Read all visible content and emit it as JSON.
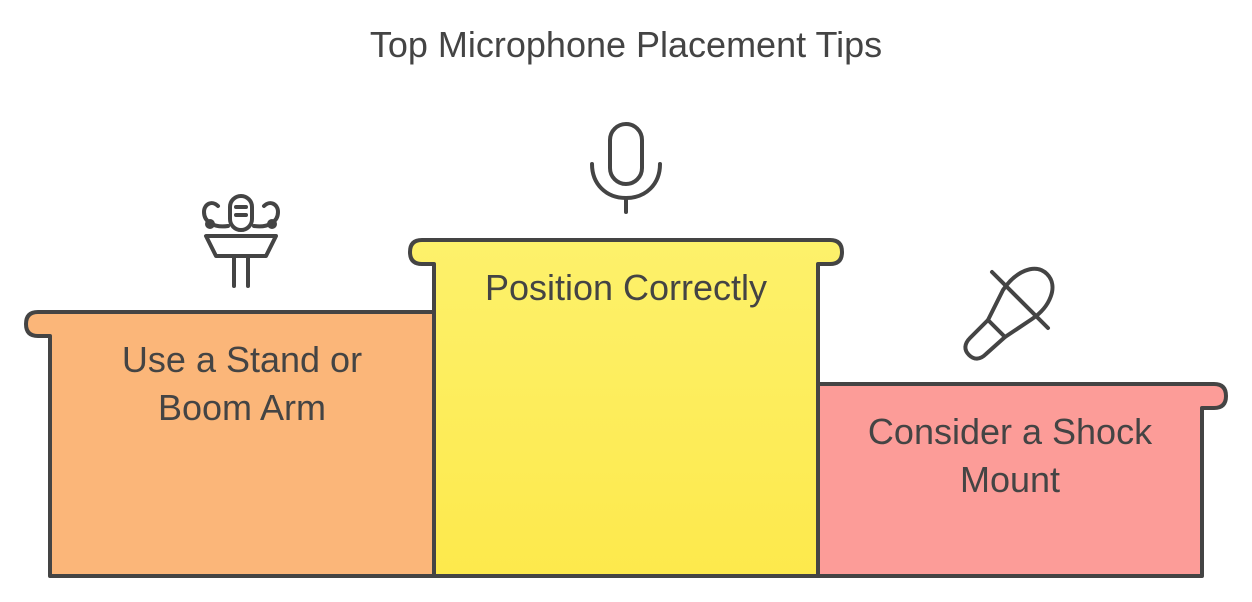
{
  "title": "Top Microphone Placement Tips",
  "podium": [
    {
      "rank_position": "left",
      "lines": [
        "Use a Stand or",
        "Boom Arm"
      ],
      "icon": "microphone-stand-icon",
      "color": "#fbb679"
    },
    {
      "rank_position": "center",
      "lines": [
        "Position Correctly"
      ],
      "icon": "microphone-icon",
      "color": "#fde95e"
    },
    {
      "rank_position": "right",
      "lines": [
        "Consider a Shock",
        "Mount"
      ],
      "icon": "microphone-off-icon",
      "color": "#fc9c98"
    }
  ],
  "colors": {
    "stroke": "#444444",
    "background": "#ffffff"
  }
}
